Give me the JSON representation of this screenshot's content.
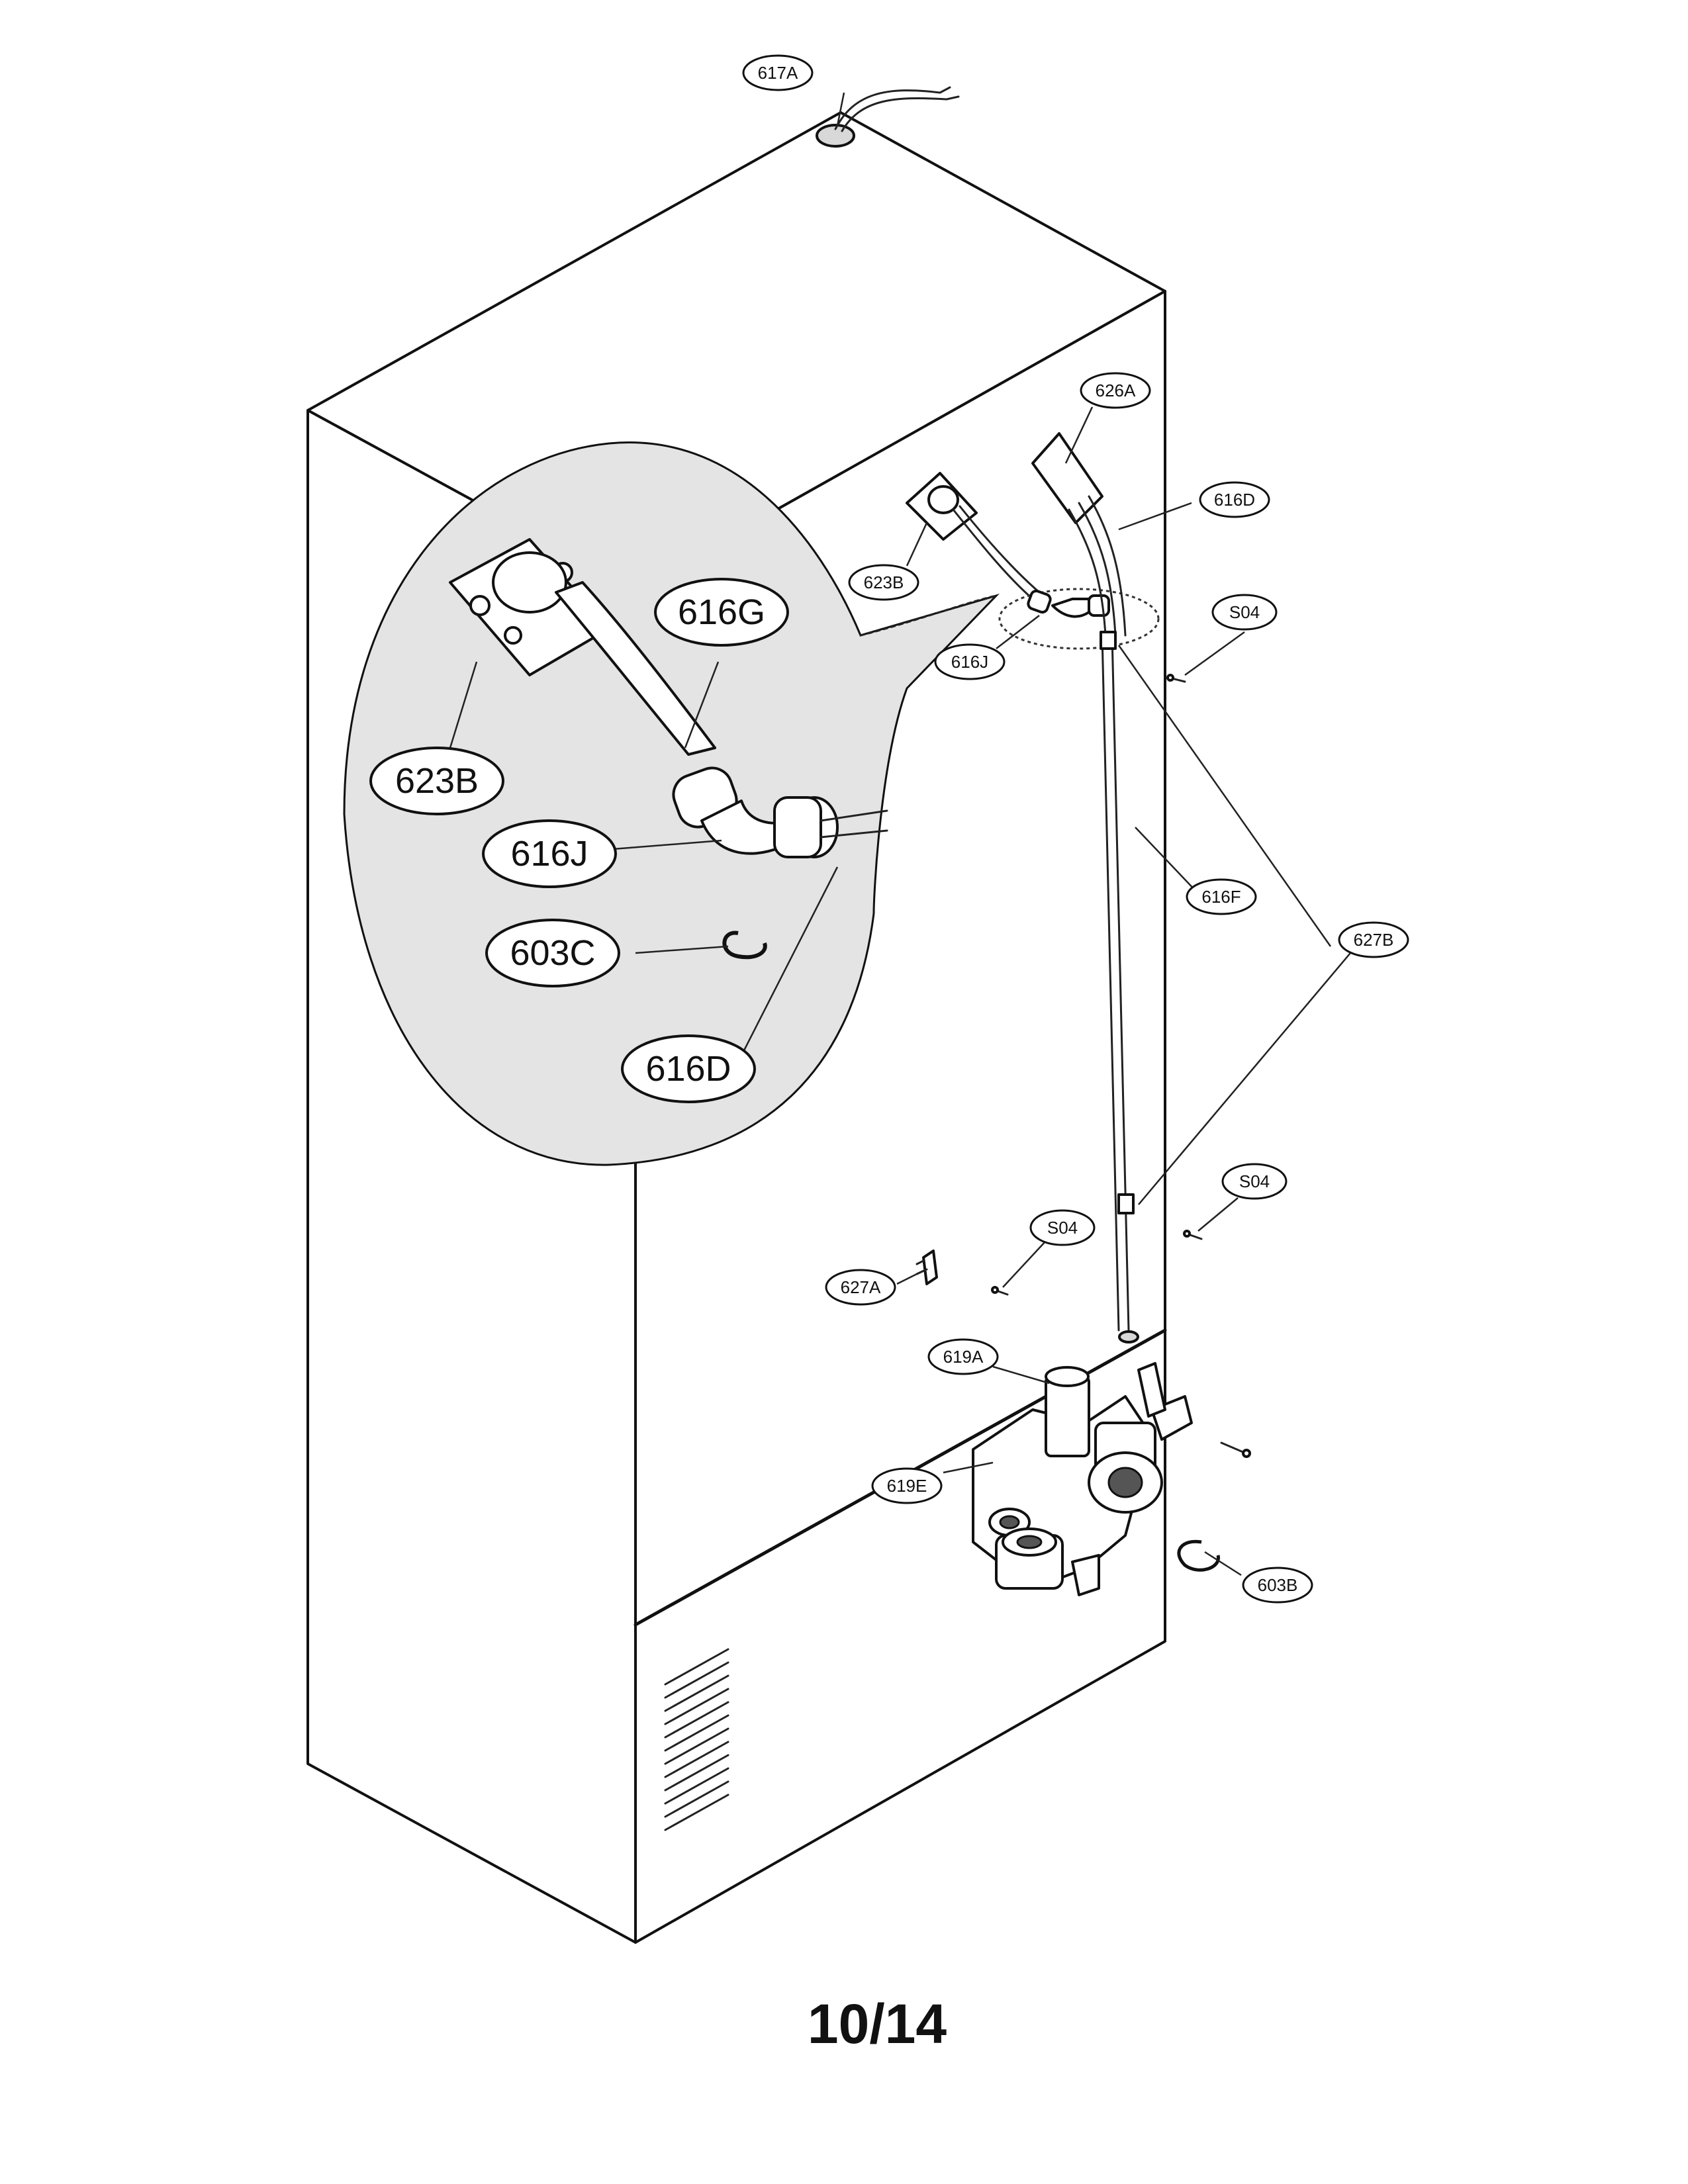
{
  "callouts": {
    "c617A": "617A",
    "c626A": "626A",
    "c616D_small": "616D",
    "c623B_small": "623B",
    "c616J_small": "616J",
    "c604_top": "S04",
    "c616F": "616F",
    "c627B": "627B",
    "c604_right": "S04",
    "c604_mid": "S04",
    "c627A": "627A",
    "c619A": "619A",
    "c619E": "619E",
    "c603B": "603B"
  },
  "detail_callouts": {
    "d616G": "616G",
    "d623B": "623B",
    "d616J": "616J",
    "d603C": "603C",
    "d616D": "616D"
  },
  "page_number": "10/14"
}
